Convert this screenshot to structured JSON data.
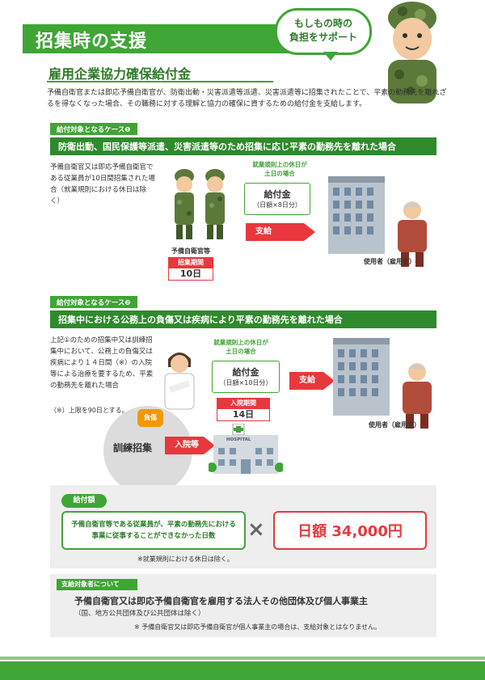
{
  "header": {
    "title": "招集時の支援",
    "bubble_line1": "もしもの時の",
    "bubble_line2": "負担をサポート"
  },
  "subtitle": "雇用企業協力確保給付金",
  "intro": "予備自衛官または即応予備自衛官が、防衛出動・災害派遣等派遣、災害派遣等に招集されたことで、平素の勤務先を離れざるを得なくなった場合、その職務に対する理解と協力の確保に資するための給付金を支給します。",
  "case1": {
    "tag": "給付対象となるケース❶",
    "bar": "防衛出動、国民保護等派遣、災害派遣等のため招集に応じ平素の勤務先を離れた場合",
    "text": "予備自衛官又は即応予備自衛官である従業員が10日間招集された場合（就業規則における休日は除く）",
    "soldier_label": "予備自衛官等",
    "period_tag": "招集期間",
    "period_value": "10日",
    "holiday_line1": "就業規則上の休日が",
    "holiday_line2": "土日の場合",
    "benefit_title": "給付金",
    "benefit_calc": "（日額×8日分）",
    "arrow": "支給",
    "employer": "使用者（雇用主）"
  },
  "case2": {
    "tag": "給付対象となるケース❷",
    "bar": "招集中における公務上の負傷又は疾病により平素の勤務先を離れた場合",
    "text": "上記①のための招集中又は訓練招集中において、公務上の負傷又は疾病により１４日間（※）の入院等による治療を要するため、平素の勤務先を離れた場合",
    "note": "（※）上限を90日とする。",
    "holiday_line1": "就業規則上の休日が",
    "holiday_line2": "土日の場合",
    "benefit_title": "給付金",
    "benefit_calc": "（日額×10日分）",
    "arrow": "支給",
    "period_tag": "入院期間",
    "period_value": "14日",
    "training": "訓練招集",
    "injury": "負傷",
    "hospital_arrow": "入院等",
    "hospital_sign": "HOSPITAL",
    "employer": "使用者（雇用主）"
  },
  "amount": {
    "head": "給付額",
    "condition": "予備自衛官等である従業員が、平素の勤務先における事業に従事することができなかった日数",
    "times": "×",
    "daily": "日額 34,000円",
    "note": "※就業規則における休日は除く。"
  },
  "target": {
    "head": "支給対象者について",
    "main": "予備自衛官又は即応予備自衛官を雇用する法人その他団体及び個人事業主",
    "sub": "（国、地方公共団体及び公共団体は除く）",
    "note": "※ 予備自衛官又は即応予備自衛官が個人事業主の場合は、支給対象とはなりません。"
  },
  "colors": {
    "green": "#3fa535",
    "dark_green": "#2f8a2c",
    "red": "#e8383d"
  }
}
